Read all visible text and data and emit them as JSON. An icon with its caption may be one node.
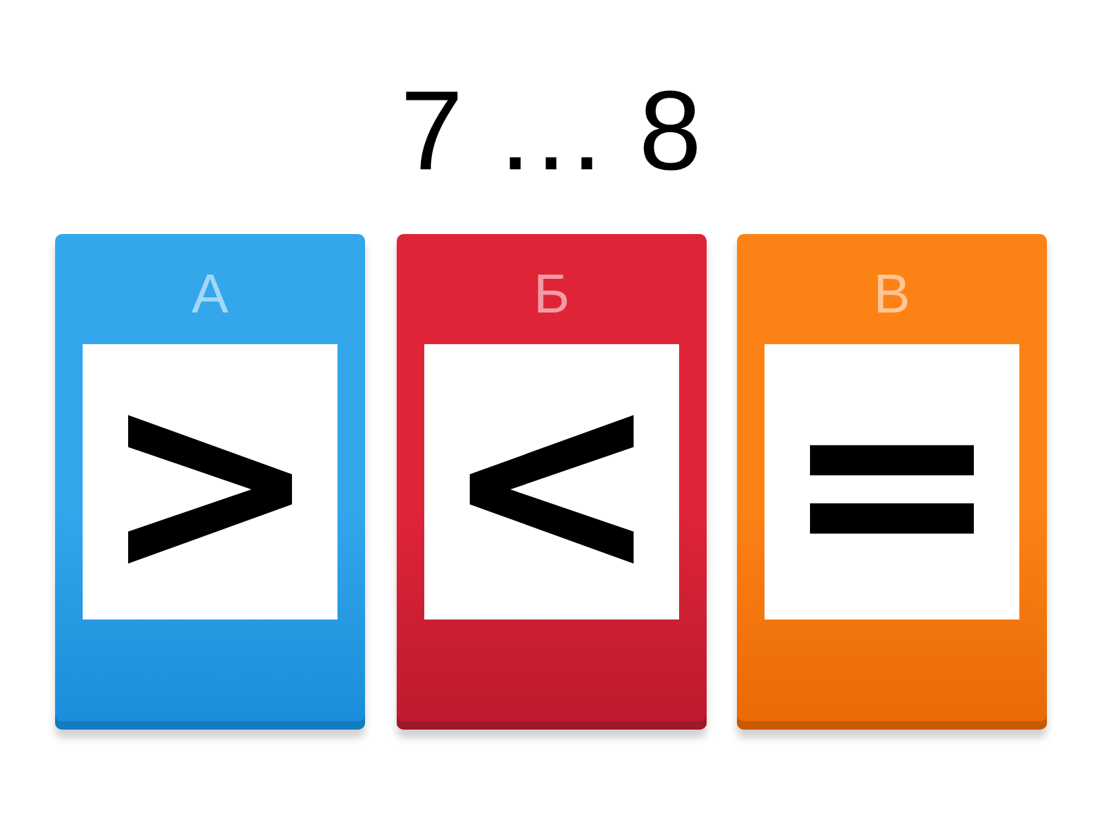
{
  "diagram": {
    "title": "7 … 8",
    "nodes": [
      {
        "text": [
          "А",
          ">"
        ]
      },
      {
        "text": [
          "Б",
          "<"
        ]
      },
      {
        "text": [
          "В",
          "="
        ]
      }
    ]
  }
}
